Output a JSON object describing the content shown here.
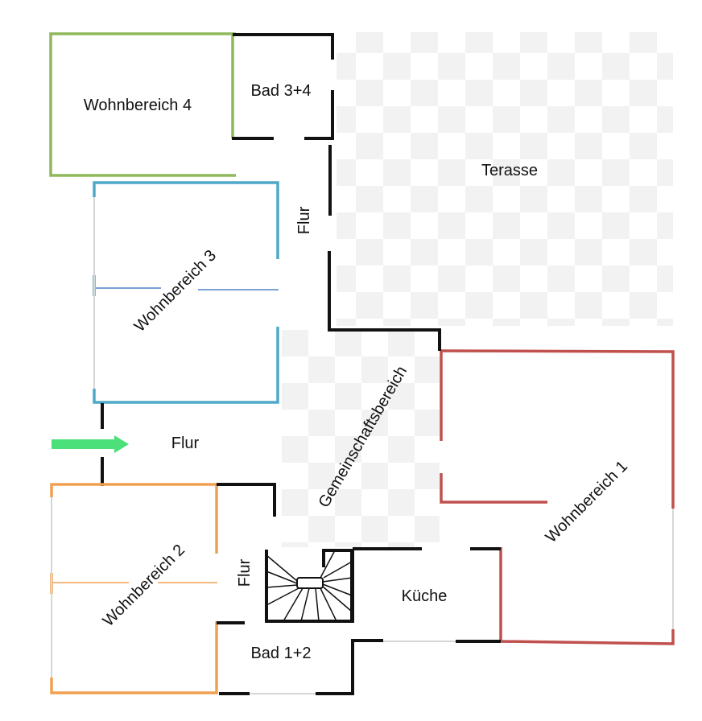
{
  "labels": {
    "wohnbereich_4": "Wohnbereich 4",
    "bad_3_4": "Bad 3+4",
    "terasse": "Terasse",
    "flur_upper": "Flur",
    "wohnbereich_3": "Wohnbereich 3",
    "gemeinschaftsbereich": "Gemeinschaftsbereich",
    "flur_middle": "Flur",
    "wohnbereich_1": "Wohnbereich 1",
    "wohnbereich_2": "Wohnbereich 2",
    "flur_small": "Flur",
    "kueche": "Küche",
    "bad_1_2": "Bad 1+2"
  },
  "colors": {
    "wall": "#111111",
    "wohnbereich_4": "#8fb85a",
    "wohnbereich_3": "#4ea8c6",
    "wohnbereich_2": "#f0a050",
    "wohnbereich_1": "#c0504d",
    "entrance_arrow": "#4be07a",
    "checker_light": "#f2f2f2",
    "window": "#d6d6d6"
  },
  "icons": {
    "entrance": "entrance-arrow-icon",
    "stairs": "staircase-icon"
  }
}
